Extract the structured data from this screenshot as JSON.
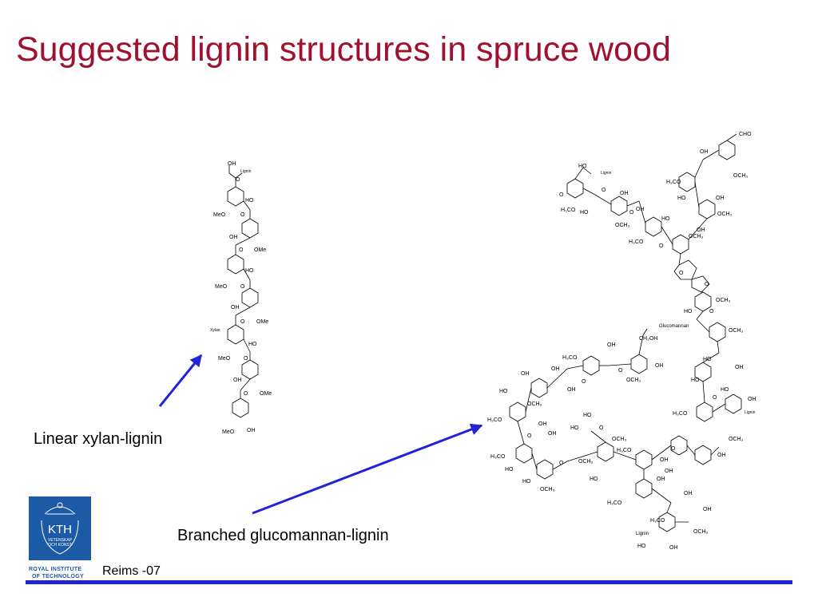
{
  "slide": {
    "title": "Suggested lignin structures in spruce wood",
    "label_linear": "Linear xylan-lignin",
    "label_branched": "Branched glucomannan-lignin",
    "footer": "Reims -07",
    "accent_color": "#2323d6",
    "title_color": "#a0112e"
  },
  "logo": {
    "initials": "KTH",
    "line1": "VETENSKAP",
    "line2": "OCH KONST",
    "caption_line1": "ROYAL INSTITUTE",
    "caption_line2": "OF TECHNOLOGY",
    "color": "#1c5aa6"
  },
  "linear_structure": {
    "labels": [
      "OH",
      "Lignin",
      "O",
      "HO",
      "MeO",
      "O",
      "OH",
      "O",
      "OMe",
      "HO",
      "MeO",
      "O",
      "OH",
      "O",
      "OMe",
      "Xylan",
      "HO",
      "MeO",
      "O",
      "OH",
      "O",
      "OMe",
      "MeO",
      "OH"
    ]
  },
  "branched_structure": {
    "labels": [
      "CHO",
      "OH",
      "HO",
      "Lignin",
      "O",
      "OCH3",
      "H3CO",
      "HO",
      "OH",
      "O",
      "OH",
      "H3CO",
      "HO",
      "OH",
      "OH",
      "OCH3",
      "HO",
      "OH",
      "OCH3",
      "O",
      "H3CO",
      "O",
      "O",
      "O",
      "OCH3",
      "HO",
      "O",
      "Glucomannan",
      "OCH3",
      "CH2OH",
      "OH",
      "HO",
      "OH",
      "H3CO",
      "O",
      "O",
      "OH",
      "HO",
      "OH",
      "OCH3",
      "HO",
      "OH",
      "HO",
      "OH",
      "H3CO",
      "Lignin",
      "OH",
      "HO",
      "OH",
      "OCH3",
      "HO",
      "H3CO",
      "OH",
      "OCH3",
      "O",
      "H3CO",
      "O",
      "OH",
      "H3CO",
      "OCH3",
      "OH",
      "HO",
      "HO",
      "OH",
      "OCH3",
      "O",
      "OH",
      "OH",
      "H3CO",
      "OH",
      "H3CO",
      "OCH3",
      "Lignin",
      "HO",
      "OH"
    ]
  }
}
